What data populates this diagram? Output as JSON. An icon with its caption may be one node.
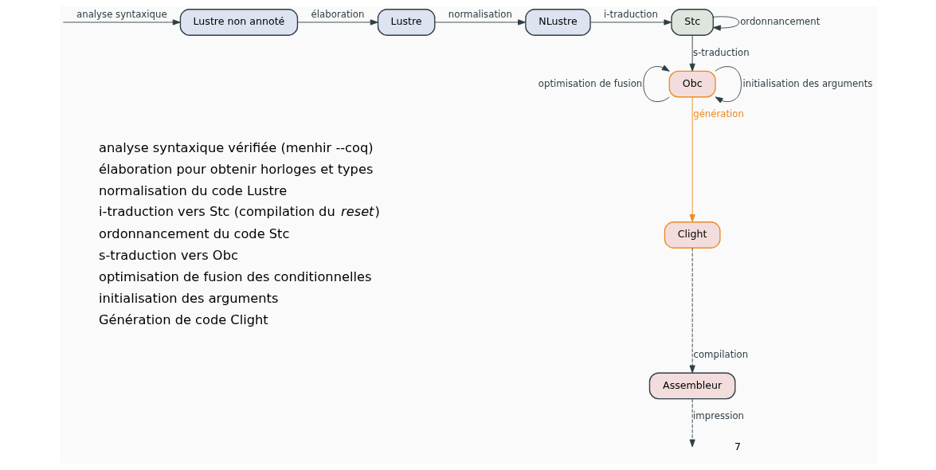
{
  "diagram": {
    "nodes": [
      {
        "text": [
          "Lustre non annoté"
        ]
      },
      {
        "text": [
          "Lustre"
        ]
      },
      {
        "text": [
          "NLustre"
        ]
      },
      {
        "text": [
          "Stc"
        ]
      },
      {
        "text": [
          "Obc"
        ]
      },
      {
        "text": [
          "Clight"
        ]
      },
      {
        "text": [
          "Assembleur"
        ]
      }
    ],
    "edges": [
      {
        "from": null,
        "to": 0,
        "arrow": "to",
        "label": "analyse syntaxique"
      },
      {
        "from": 0,
        "to": 1,
        "arrow": "to",
        "label": "élaboration"
      },
      {
        "from": 1,
        "to": 2,
        "arrow": "to",
        "label": "normalisation"
      },
      {
        "from": 2,
        "to": 3,
        "arrow": "to",
        "label": "i-traduction"
      },
      {
        "from": 3,
        "to": 3,
        "arrow": "to",
        "label": "ordonnancement"
      },
      {
        "from": 3,
        "to": 4,
        "arrow": "to",
        "label": "s-traduction"
      },
      {
        "from": 4,
        "to": 4,
        "arrow": "to",
        "label": "optimisation de fusion"
      },
      {
        "from": 4,
        "to": 4,
        "arrow": "to",
        "label": "initialisation des arguments"
      },
      {
        "from": 4,
        "to": 5,
        "arrow": "to",
        "label": "génération",
        "color": "#f08a24"
      },
      {
        "from": 5,
        "to": 6,
        "arrow": "to",
        "label": "compilation",
        "style": "dashed"
      },
      {
        "from": 6,
        "to": null,
        "arrow": "to",
        "label": "impression",
        "style": "dashed"
      }
    ],
    "labels": [
      "analyse syntaxique vérifiée (menhir --coq)",
      "élaboration pour obtenir horloges et types",
      "normalisation du code Lustre",
      "i-traduction vers Stc (compilation du *reset*)",
      "ordonnancement du code Stc",
      "s-traduction vers Obc",
      "optimisation de fusion des conditionnelles",
      "initialisation des arguments",
      "Génération de code Clight",
      "7"
    ]
  }
}
